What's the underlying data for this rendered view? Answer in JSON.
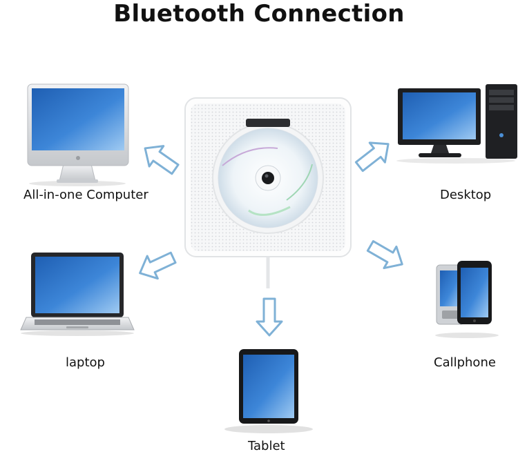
{
  "title": "Bluetooth Connection",
  "devices": {
    "all_in_one": "All-in-one Computer",
    "desktop": "Desktop",
    "laptop": "laptop",
    "callphone": "Callphone",
    "tablet": "Tablet"
  },
  "colors": {
    "screen": "#2f74c9",
    "screen_light": "#8ec0ef",
    "arrow_stroke": "#7fb1d6",
    "arrow_fill": "#ffffff",
    "device_body": "#d8dadd",
    "device_dark": "#202124"
  }
}
